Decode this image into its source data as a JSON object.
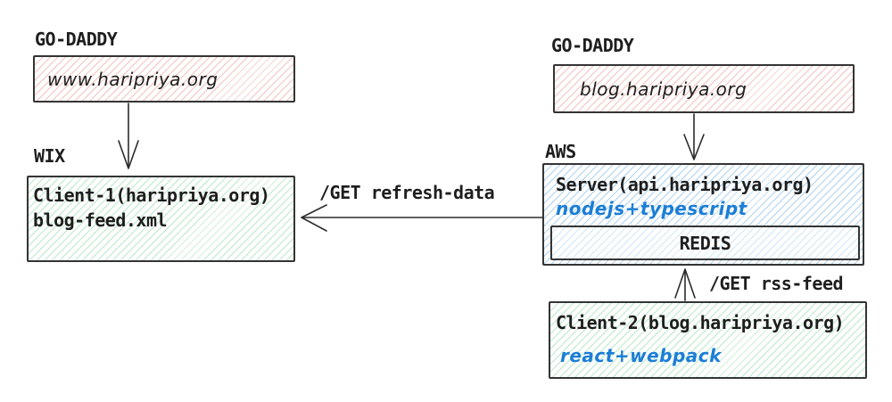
{
  "colors": {
    "pink_hatch": "#f3c3be",
    "green_hatch": "#bce9c9",
    "blue_hatch": "#aed2f0",
    "border": "#343434",
    "text": "#1e1e1e",
    "blue_text": "#1c7ed6",
    "bg": "#ffffff"
  },
  "nodes": {
    "godaddy_left": {
      "label": "GO-DADDY",
      "domain": "www.haripriya.org"
    },
    "wix": {
      "label": "WIX",
      "line1": "Client-1(haripriya.org)",
      "line2": "blog-feed.xml"
    },
    "godaddy_right": {
      "label": "GO-DADDY",
      "domain": "blog.haripriya.org"
    },
    "aws": {
      "label": "AWS",
      "server": "Server(api.haripriya.org)",
      "stack": "nodejs+typescript",
      "cache": "REDIS"
    },
    "client2": {
      "title": "Client-2(blog.haripriya.org)",
      "stack": "react+webpack"
    }
  },
  "edges": {
    "refresh_label": "/GET refresh-data",
    "rss_label": "/GET rss-feed"
  }
}
